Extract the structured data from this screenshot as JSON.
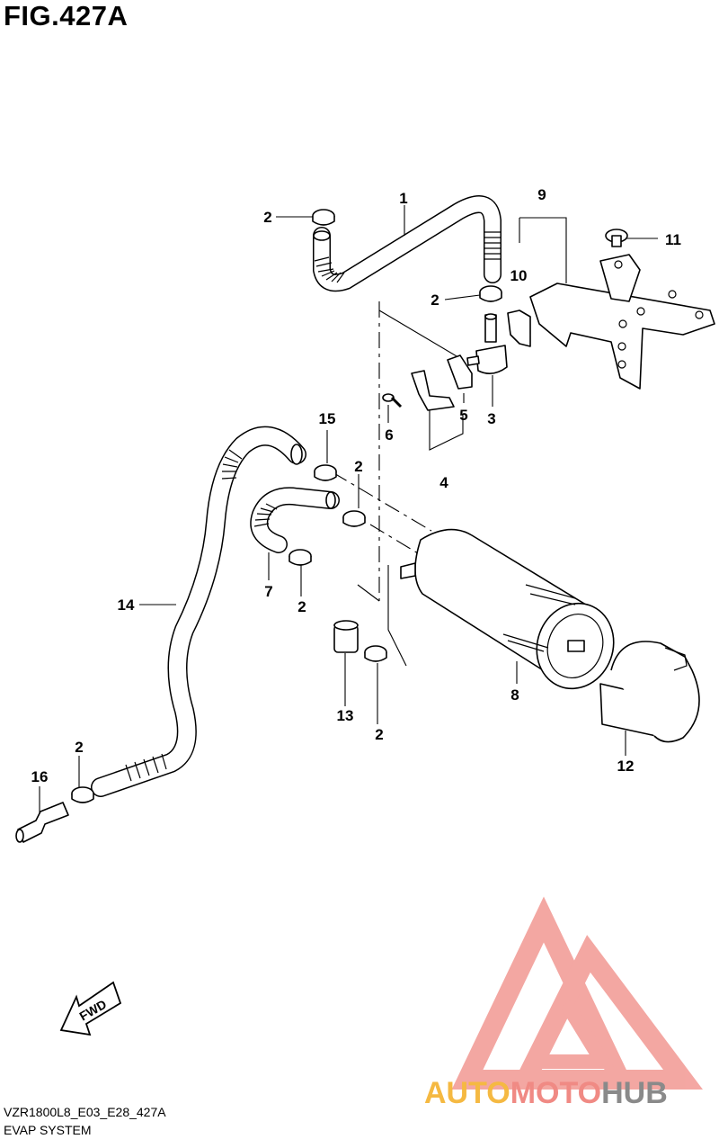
{
  "figure_title": "FIG.427A",
  "callouts": {
    "c1": "1",
    "c2a": "2",
    "c2b": "2",
    "c2c": "2",
    "c2d": "2",
    "c2e": "2",
    "c2f": "2",
    "c3": "3",
    "c4": "4",
    "c5": "5",
    "c6": "6",
    "c7": "7",
    "c8": "8",
    "c9": "9",
    "c10": "10",
    "c11": "11",
    "c12": "12",
    "c13": "13",
    "c14": "14",
    "c15": "15",
    "c16": "16"
  },
  "fwd_label": "FWD",
  "watermark": {
    "part1": "AUTO",
    "part2": "MOTO",
    "part3": "HUB",
    "color1": "#f5b942",
    "color2": "#f08a84",
    "color3": "#8a8a8a"
  },
  "footer": {
    "code": "VZR1800L8_E03_E28_427A",
    "caption": "EVAP SYSTEM"
  }
}
